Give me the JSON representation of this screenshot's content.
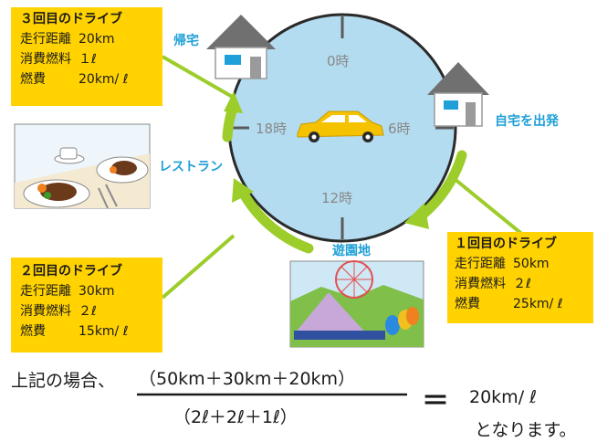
{
  "clock": {
    "hour_0": "0時",
    "hour_6": "6時",
    "hour_12": "12時",
    "hour_18": "18時"
  },
  "places": {
    "home_return": "帰宅",
    "home_depart": "自宅を出発",
    "restaurant": "レストラン",
    "amusement_park": "遊園地"
  },
  "drives": [
    {
      "title": "１回目のドライブ",
      "rows": [
        {
          "label": "走行距離",
          "value": "50km"
        },
        {
          "label": "消費燃料",
          "value": "２ℓ"
        },
        {
          "label": "燃費",
          "value": "25km/ ℓ"
        }
      ]
    },
    {
      "title": "２回目のドライブ",
      "rows": [
        {
          "label": "走行距離",
          "value": "30km"
        },
        {
          "label": "消費燃料",
          "value": "２ℓ"
        },
        {
          "label": "燃費",
          "value": "15km/ ℓ"
        }
      ]
    },
    {
      "title": "３回目のドライブ",
      "rows": [
        {
          "label": "走行距離",
          "value": "20km"
        },
        {
          "label": "消費燃料",
          "value": "１ℓ"
        },
        {
          "label": "燃費",
          "value": "20km/ ℓ"
        }
      ]
    }
  ],
  "formula": {
    "prefix": "上記の場合、",
    "numerator": "（50km＋30km＋20km）",
    "denominator": "（2ℓ＋2ℓ＋1ℓ）",
    "equals": "＝",
    "result": "20km/ ℓ",
    "suffix": "となります。"
  },
  "colors": {
    "accent_blue": "#1fa0d8",
    "clock_face": "#b4dcf0",
    "arrow_green": "#9ccd2b",
    "box_yellow": "#ffd200",
    "car_yellow": "#f5c200"
  }
}
